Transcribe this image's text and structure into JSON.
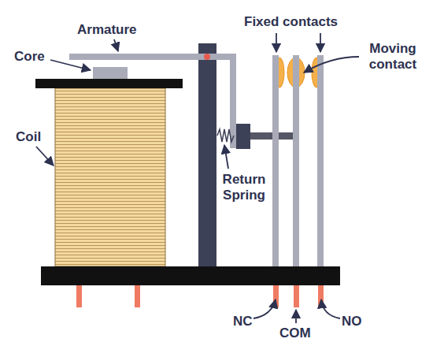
{
  "diagram": {
    "labels": [
      "Armature",
      "Core",
      "Coil",
      "Return Spring",
      "Fixed contacts",
      "Moving contact",
      "NC",
      "COM",
      "NO"
    ]
  }
}
